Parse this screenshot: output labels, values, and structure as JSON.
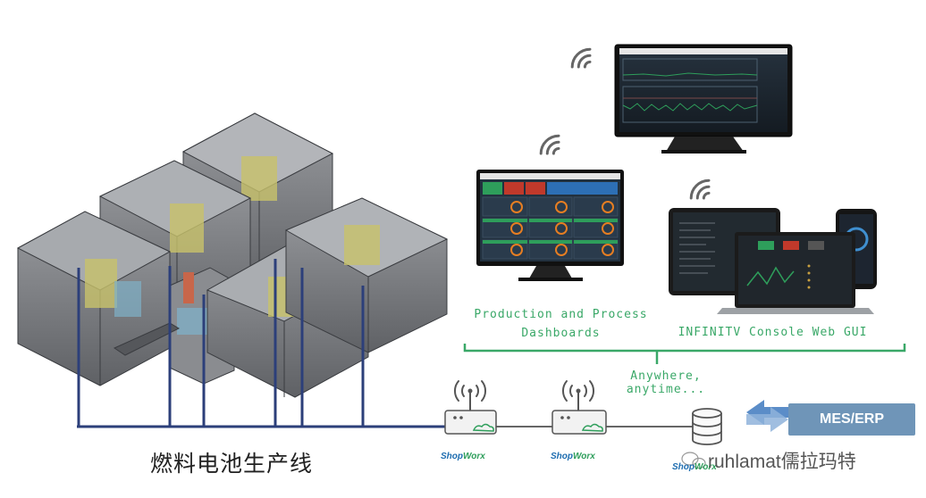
{
  "labels": {
    "production": [
      "Production and Process",
      "Dashboards"
    ],
    "infinitv": "INFINITV Console Web GUI",
    "anywhere": "Anywhere, anytime...",
    "line_cn": "燃料电池生产线",
    "mes": "MES/ERP",
    "watermark": "ruhlamat儒拉玛特"
  },
  "logos": [
    {
      "prefix": "Shop",
      "suffix": "Worx"
    },
    {
      "prefix": "Shop",
      "suffix": "Worx"
    },
    {
      "prefix": "Shop",
      "suffix": "Worx"
    }
  ],
  "colors": {
    "accent_green": "#3aa868",
    "cable_blue": "#2c3f7a",
    "machine_gray": "#7d7f83",
    "mes_blue": "#6f95b8",
    "screen_dark": "#1c2630"
  },
  "icons": [
    "wifi-icon",
    "router-icon",
    "database-icon",
    "bidirectional-arrow-icon",
    "cloud-icon",
    "wechat-icon"
  ]
}
